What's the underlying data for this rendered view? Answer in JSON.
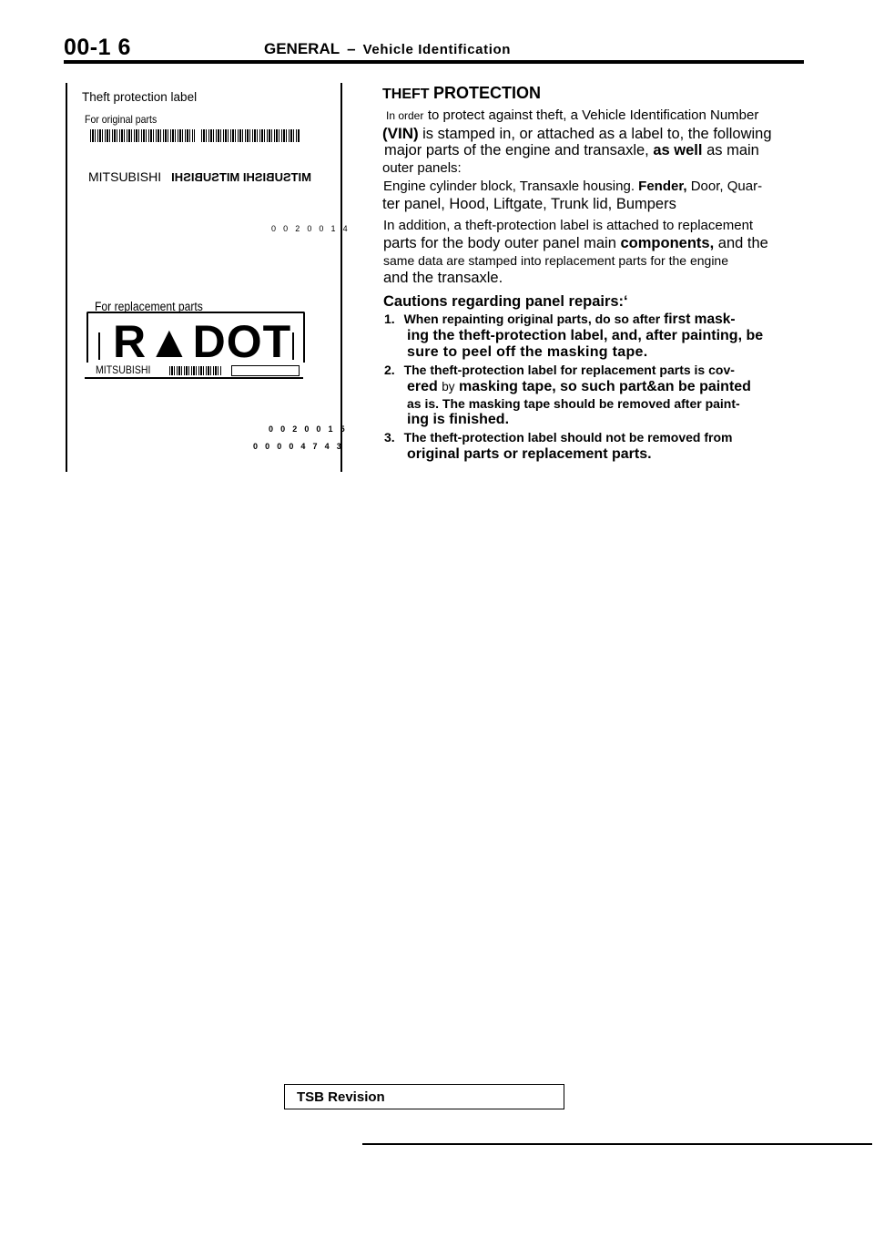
{
  "header": {
    "page_number": "00-1 6",
    "section": "GENERAL",
    "dash": "–",
    "subsection": "Vehicle Identification"
  },
  "figure": {
    "title": "Theft protection label",
    "original_caption": "For original parts",
    "brand_1": "MITSUBISHI",
    "brand_mirrored": "MITSUBISHI MITSUBISHI",
    "code_1": "0 0 2 0 0 1 4",
    "replacement_caption": "For replacement parts",
    "stamp_text": "R▲DOT",
    "brand_2": "MITSUBISHI",
    "code_2": "0 0 2 0 0 1 5",
    "code_3": "0 0 0 0 4 7 4 3"
  },
  "body": {
    "heading_1": "THEFT",
    "heading_2": "PROTECTION",
    "p1_l1a": "In order",
    "p1_l1b": "to protect against theft, a Vehicle Identification Number",
    "p1_l2a": "(VIN)",
    "p1_l2b": "is stamped in, or attached as a label to, the following",
    "p1_l3a": "major parts of the engine and transaxle,",
    "p1_l3b": "as well",
    "p1_l3c": "as main",
    "p1_l4": "outer panels:",
    "p2_l1a": "Engine cylinder block, Transaxle housing.",
    "p2_l1b": "Fender,",
    "p2_l1c": "Door, Quar-",
    "p2_l2": "ter panel, Hood, Liftgate, Trunk lid, Bumpers",
    "p3_l1": "In addition, a theft-protection label is attached to replacement",
    "p3_l2a": "parts for the body outer panel main",
    "p3_l2b": "components,",
    "p3_l2c": "and the",
    "p3_l3": "same data are stamped into replacement parts for the engine",
    "p3_l4": "and the transaxle.",
    "cautions": "Cautions regarding panel repairs:‘",
    "c1_num": "1.",
    "c1_l1a": "When repainting original",
    "c1_l1b": "parts, do",
    "c1_l1c": "so",
    "c1_l1d": "after",
    "c1_l1e": "first mask-",
    "c1_l2a": "ing the theft-protection label, and, after",
    "c1_l2b": "painting,",
    "c1_l2c": "be",
    "c1_l3": "sure to peel off the masking tape.",
    "c2_num": "2.",
    "c2_l1a": "The theft-protection label for",
    "c2_l1b": "replacement",
    "c2_l1c": "parts",
    "c2_l1d": "is",
    "c2_l1e": "cov-",
    "c2_l2a": "ered",
    "c2_l2b": "by",
    "c2_l2c": "masking tape,",
    "c2_l2d": "so",
    "c2_l2e": "such part&an be",
    "c2_l2f": "painted",
    "c2_l3a": "as is. The masking tape should",
    "c2_l3b": "be",
    "c2_l3c": "removed",
    "c2_l3d": "after paint-",
    "c2_l4": "ing is finished.",
    "c3_num": "3.",
    "c3_l1a": "The theft-protection label should not be",
    "c3_l1b": "removed",
    "c3_l1c": "from",
    "c3_l2a": "original",
    "c3_l2b": "parts",
    "c3_l2c": "or replacement parts."
  },
  "footer": {
    "tsb_label": "TSB Revision"
  }
}
